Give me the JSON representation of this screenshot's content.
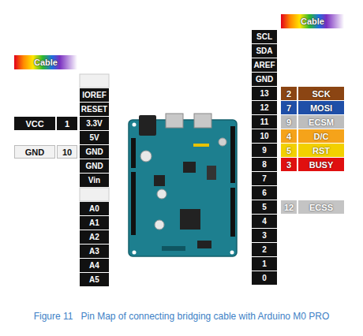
{
  "diagram": {
    "caption": "Figure 11   Pin Map of connecting bridging cable with Arduino M0 PRO",
    "labels": [
      "Cable",
      "IOREF",
      "RESET",
      "3.3V",
      "5V",
      "GND",
      "GND",
      "Vin",
      "A0",
      "A1",
      "A2",
      "A3",
      "A4",
      "A5",
      "VCC",
      "1",
      "GND",
      "10",
      "Cable",
      "SCL",
      "SDA",
      "AREF",
      "GND",
      "13",
      "12",
      "11",
      "10",
      "9",
      "8",
      "7",
      "6",
      "5",
      "4",
      "3",
      "2",
      "1",
      "0",
      "2",
      "SCK",
      "7",
      "MOSI",
      "9",
      "ECSM",
      "4",
      "D/C",
      "5",
      "RST",
      "3",
      "BUSY",
      "12",
      "ECSS"
    ]
  }
}
